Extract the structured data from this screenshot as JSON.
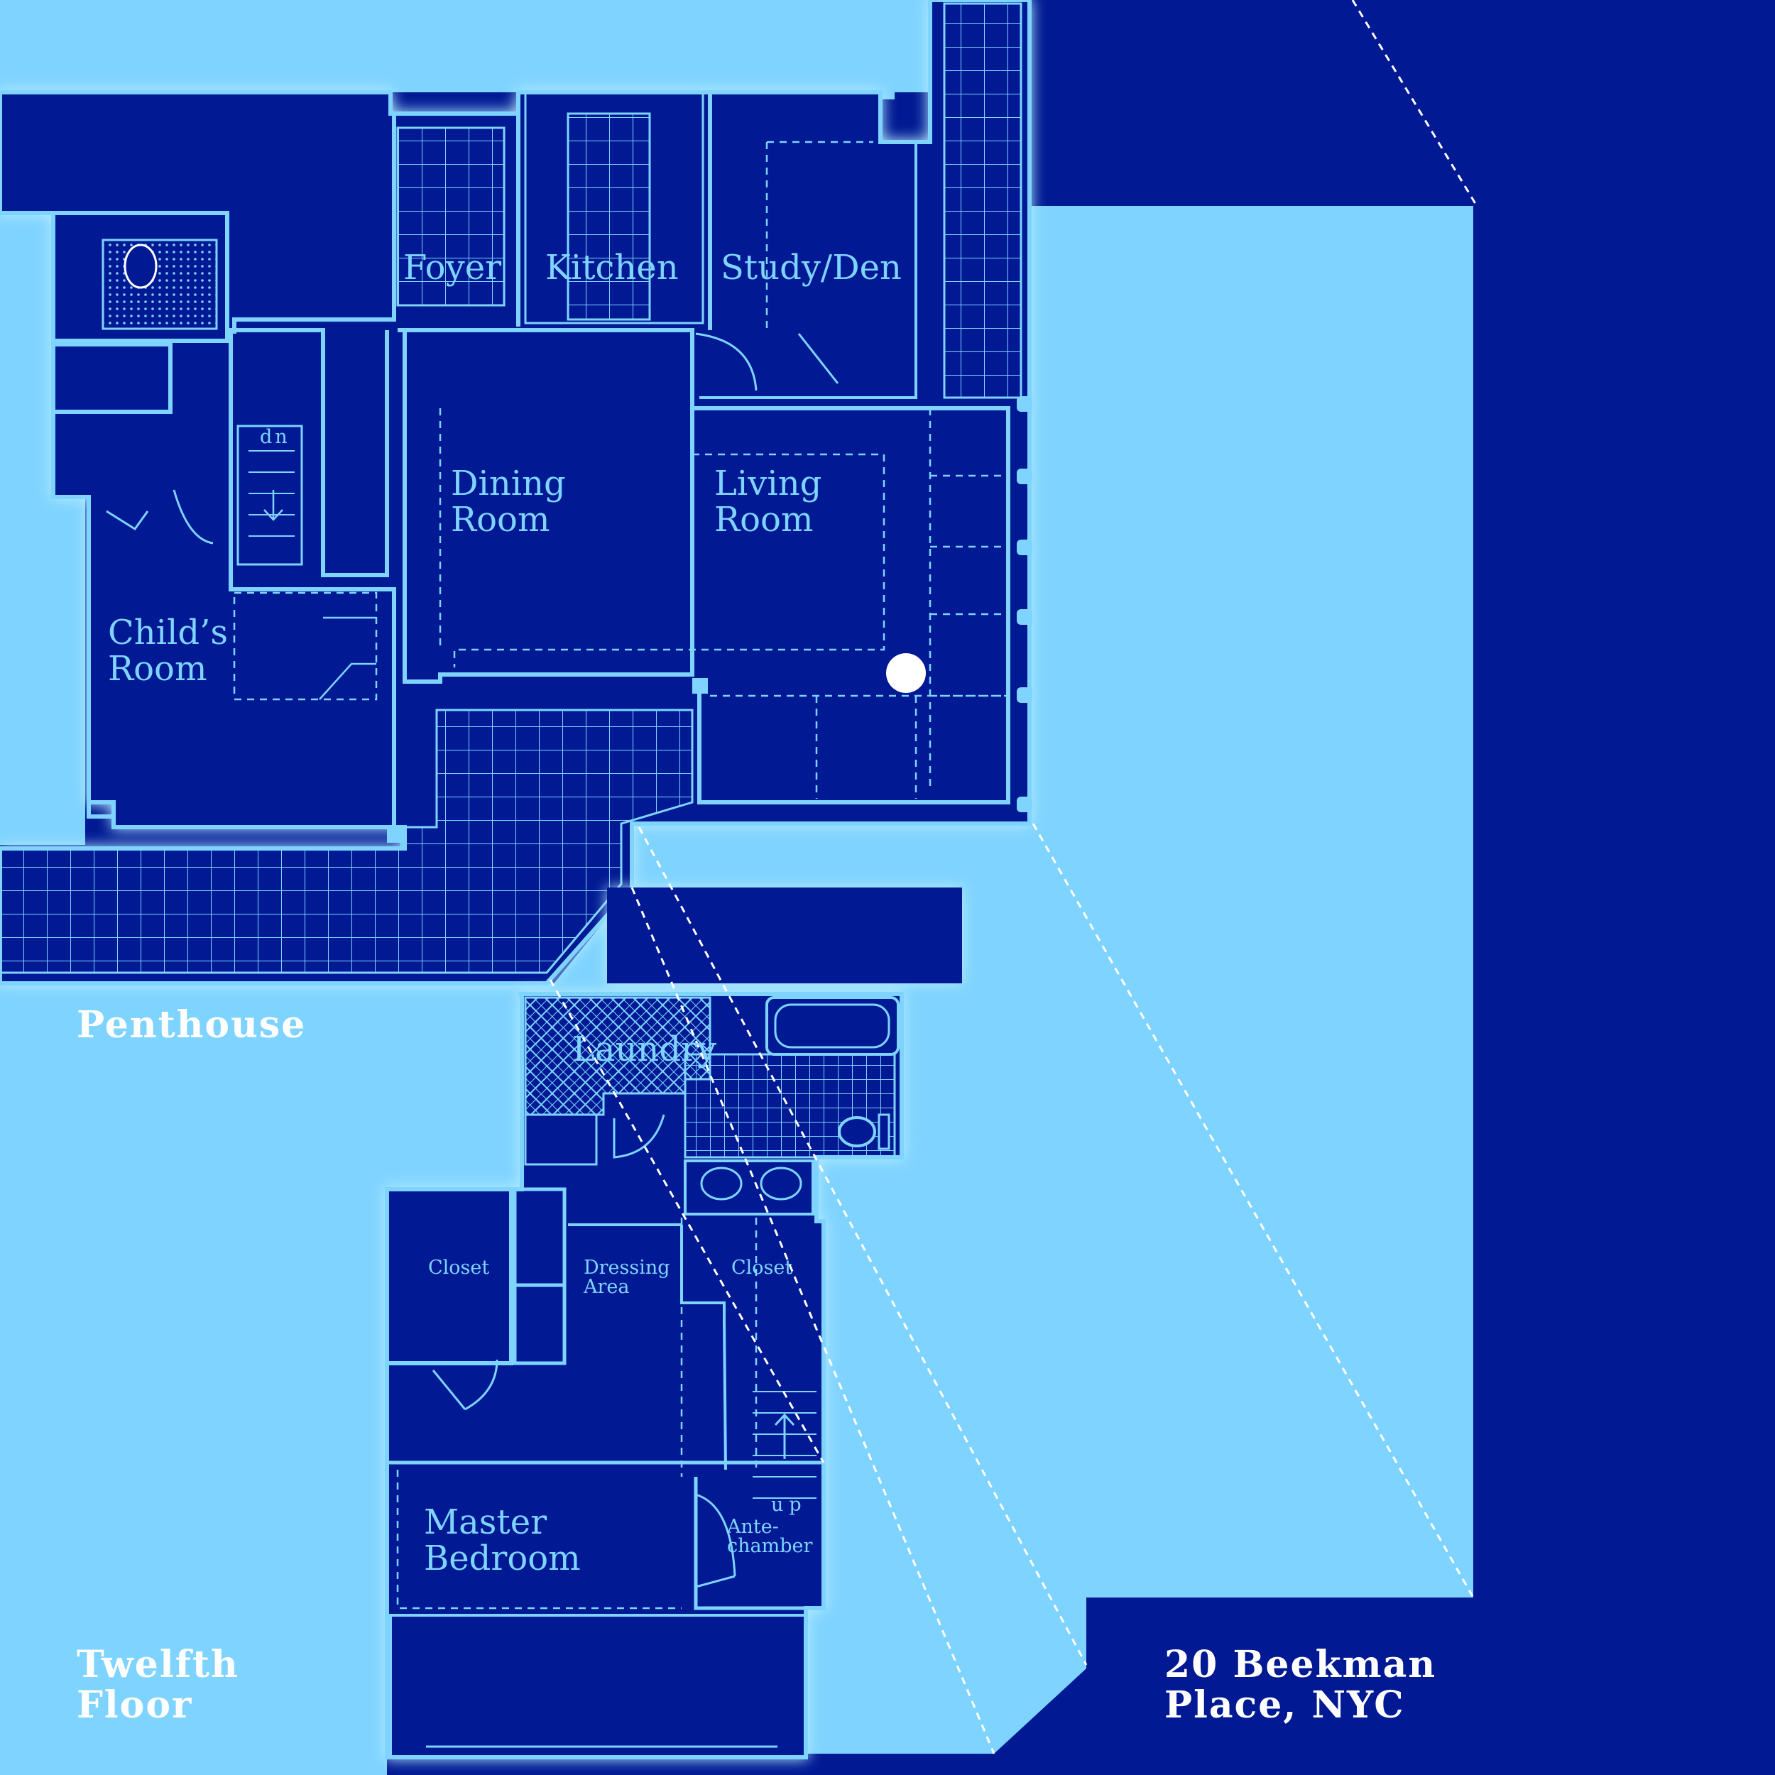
{
  "colors": {
    "background": "#011993",
    "line": "#7FD4FF",
    "caption": "#FFFFFF"
  },
  "rooms": {
    "foyer": "Foyer",
    "kitchen": "Kitchen",
    "study": "Study/Den",
    "dining": "Dining\nRoom",
    "living": "Living\nRoom",
    "childs": "Child’s\nRoom",
    "laundry": "Laundry",
    "closet_left": "Closet",
    "closet_right": "Closet",
    "dressing": "Dressing\nArea",
    "master": "Master\nBedroom",
    "antechamber": "Ante-\nchamber"
  },
  "stairs": {
    "down": "dn",
    "up": "up"
  },
  "captions": {
    "upper_level": "Penthouse",
    "lower_level": "Twelfth\nFloor",
    "address": "20 Beekman\nPlace, NYC"
  }
}
